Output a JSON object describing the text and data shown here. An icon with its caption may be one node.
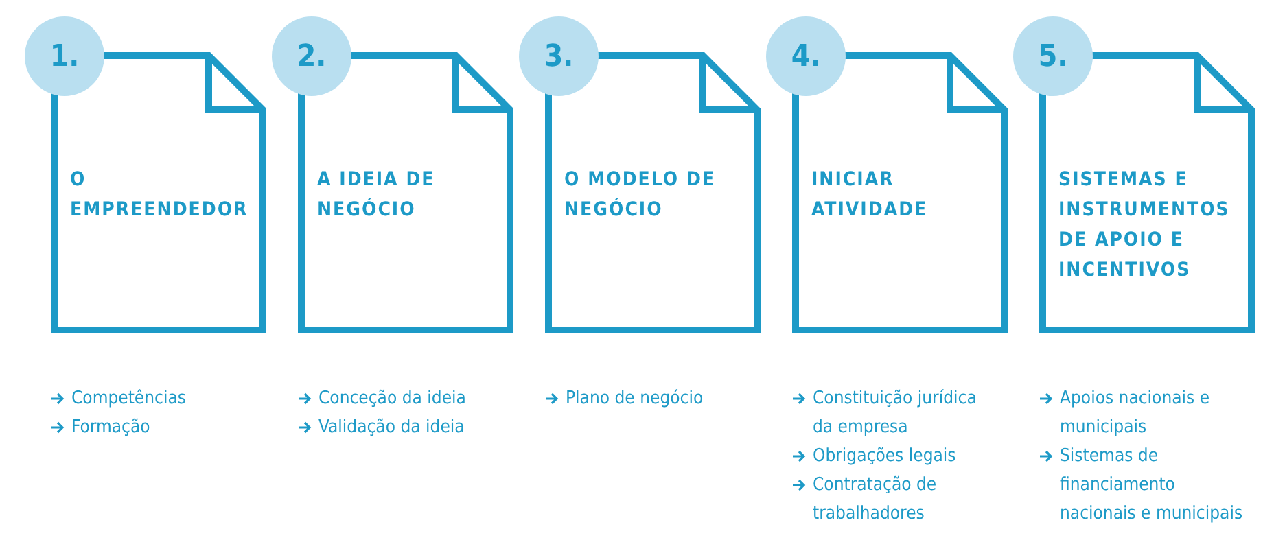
{
  "diagram": {
    "nodes": [
      {
        "text": [
          "1."
        ]
      },
      {
        "text": [
          "O EMPREENDEDOR"
        ],
        "beside": [
          "Competências",
          "Formação"
        ]
      },
      {
        "text": [
          "2."
        ]
      },
      {
        "text": [
          "A IDEIA DE NEGÓCIO"
        ],
        "beside": [
          "Conceção da ideia",
          "Validação da ideia"
        ]
      },
      {
        "text": [
          "3."
        ]
      },
      {
        "text": [
          "O MODELO DE NEGÓCIO"
        ],
        "beside": [
          "Plano de negócio"
        ]
      },
      {
        "text": [
          "4."
        ]
      },
      {
        "text": [
          "INICIAR ATIVIDADE"
        ],
        "beside": [
          "Constituição jurídica da empresa",
          "Obrigações legais",
          "Contratação de trabalhadores"
        ]
      },
      {
        "text": [
          "5."
        ]
      },
      {
        "text": [
          "SISTEMAS E INSTRUMENTOS DE APOIO E INCENTIVOS"
        ],
        "beside": [
          "Apoios nacionais e municipais",
          "Sistemas de financiamento nacionais e municipais"
        ]
      }
    ],
    "edges": []
  }
}
